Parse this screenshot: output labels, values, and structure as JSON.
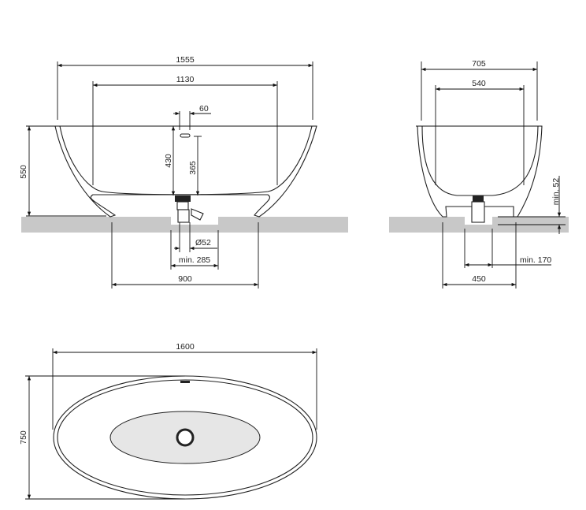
{
  "front_view": {
    "overall_length": "1555",
    "inner_length": "1130",
    "overflow_width": "60",
    "height": "550",
    "drain_to_rim": "430",
    "drain_to_overflow": "365",
    "drain_diameter": "Ø52",
    "floor_cutout": "min. 285",
    "feet_spacing": "900"
  },
  "side_view": {
    "overall_width": "705",
    "inner_width": "540",
    "floor_clearance": "min. 52",
    "floor_cutout": "min. 170",
    "feet_spacing": "450"
  },
  "top_view": {
    "overall_length": "1600",
    "overall_width": "750"
  },
  "colors": {
    "floor": "#c8c8c8",
    "line": "#222222",
    "basin": "#e6e6e6"
  }
}
